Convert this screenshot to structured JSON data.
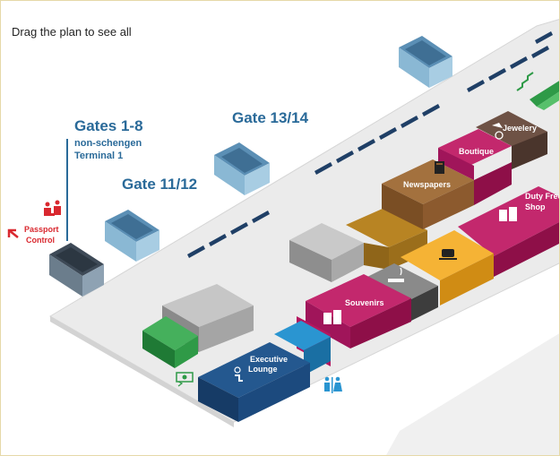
{
  "hint": "Drag the plan to see all",
  "gates": {
    "gates_1_8": "Gates 1-8",
    "non_schengen": "non-schengen",
    "terminal_1": "Terminal 1",
    "gate_11_12": "Gate 11/12",
    "gate_13_14": "Gate 13/14"
  },
  "passport": {
    "line1": "Passport",
    "line2": "Control"
  },
  "shops": {
    "jewelery": "Jewelery",
    "boutique": "Boutique",
    "newspapers": "Newspapers",
    "duty_free_line1": "Duty Free",
    "duty_free_line2": "Shop",
    "souvenirs": "Souvenirs",
    "executive_line1": "Executive",
    "executive_line2": "Lounge"
  },
  "icons": [
    "passport-control-icon",
    "left-arrow-icon",
    "escalator-icon",
    "jewelery-icon",
    "newspaper-icon",
    "coffee-icon",
    "smoking-icon",
    "gift-icon",
    "lounge-icon",
    "currency-exchange-icon",
    "restroom-icon"
  ],
  "colors": {
    "floor": "#e9e9e9",
    "gate_blue": "#8ab8d4",
    "navy": "#1c4a7e",
    "magenta": "#b5175f",
    "brown": "#8c5a2e",
    "mustard": "#b07f22",
    "orange": "#f2a92a",
    "green": "#2f9a47",
    "cyan": "#2a95d1",
    "red": "#d9282f",
    "grey": "#9a9a9a"
  }
}
